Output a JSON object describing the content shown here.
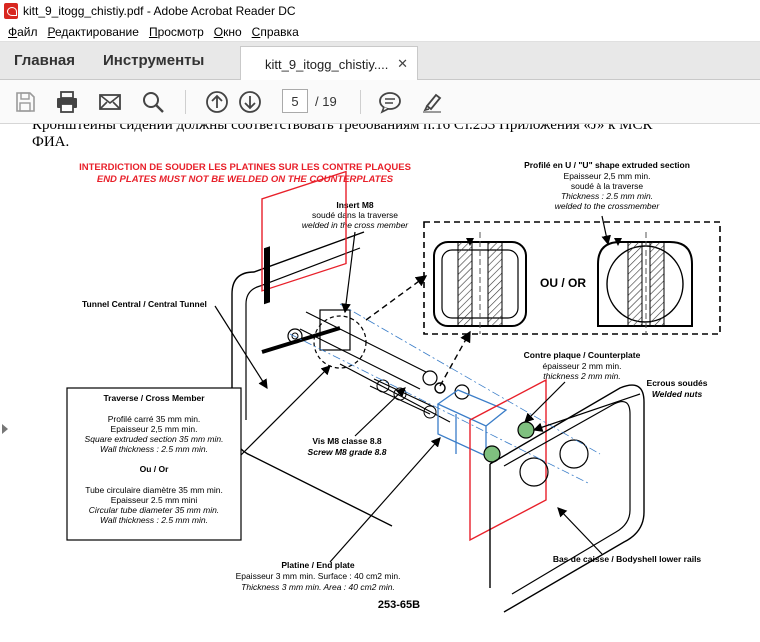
{
  "window": {
    "title": "kitt_9_itogg_chistiy.pdf - Adobe Acrobat Reader DC"
  },
  "menu": [
    {
      "label": "Файл",
      "ul": "Ф",
      "rest": "айл"
    },
    {
      "label": "Редактирование",
      "ul": "Р",
      "rest": "едактирование"
    },
    {
      "label": "Просмотр",
      "ul": "П",
      "rest": "росмотр"
    },
    {
      "label": "Окно",
      "ul": "О",
      "rest": "кно"
    },
    {
      "label": "Справка",
      "ul": "С",
      "rest": "правка"
    }
  ],
  "tabs": {
    "home": "Главная",
    "tools": "Инструменты",
    "document": "kitt_9_itogg_chistiy....",
    "close": "✕"
  },
  "toolbar": {
    "page_current": "5",
    "page_total": "/ 19",
    "icons": [
      "save-icon",
      "print-icon",
      "email-icon",
      "search-icon",
      "page-up-icon",
      "page-down-icon",
      "comment-icon",
      "highlight-icon"
    ]
  },
  "document": {
    "ru_line1": "Кронштейны сидений должны соответствовать требованиям п.16 Ст.253 Приложения «J» к МСК",
    "ru_line2": "ФИА.",
    "warning_fr": "INTERDICTION DE SOUDER LES PLATINES SUR LES CONTRE PLAQUES",
    "warning_en": "END PLATES MUST NOT BE WELDED ON THE COUNTERPLATES",
    "profile_u": {
      "title": "Profilé en U / \"U\" shape extruded section",
      "l1": "Epaisseur 2,5 mm min.",
      "l2": "soudé à la traverse",
      "l3": "Thickness : 2.5 mm min.",
      "l4": "welded to the crossmember"
    },
    "insert": {
      "title": "Insert M8",
      "l1": "soudé dans la traverse",
      "l2": "welded in the cross member"
    },
    "ou_or": "OU / OR",
    "tunnel": "Tunnel Central / Central Tunnel",
    "contre": {
      "title": "Contre plaque / Counterplate",
      "l1": "épaisseur 2 mm min.",
      "l2": "thickness 2 mm min."
    },
    "ecrous": {
      "l1": "Ecrous soudés",
      "l2": "Welded nuts"
    },
    "traverse": {
      "title": "Traverse / Cross Member",
      "l1": "Profilé carré 35 mm min.",
      "l2": "Epaisseur 2,5 mm min.",
      "l3": "Square extruded section 35 mm min.",
      "l4": "Wall thickness : 2.5 mm min.",
      "ou": "Ou / Or",
      "l5": "Tube circulaire diamètre 35 mm min.",
      "l6": "Epaisseur 2.5 mm mini",
      "l7": "Circular tube diameter 35 mm min.",
      "l8": "Wall thickness : 2.5 mm min."
    },
    "vis": {
      "l1": "Vis M8 classe 8.8",
      "l2": "Screw M8 grade 8.8"
    },
    "bas": "Bas de caisse / Bodyshell lower rails",
    "platine": {
      "title": "Platine / End plate",
      "l1": "Epaisseur 3 mm min. Surface : 40 cm2 min.",
      "l2": "Thickness 3 mm min. Area : 40 cm2 min."
    },
    "figure_no": "253-65B"
  },
  "colors": {
    "warning_red": "#e8202a",
    "tab_bg": "#e8e8e8",
    "pdf_red": "#d8261f"
  }
}
